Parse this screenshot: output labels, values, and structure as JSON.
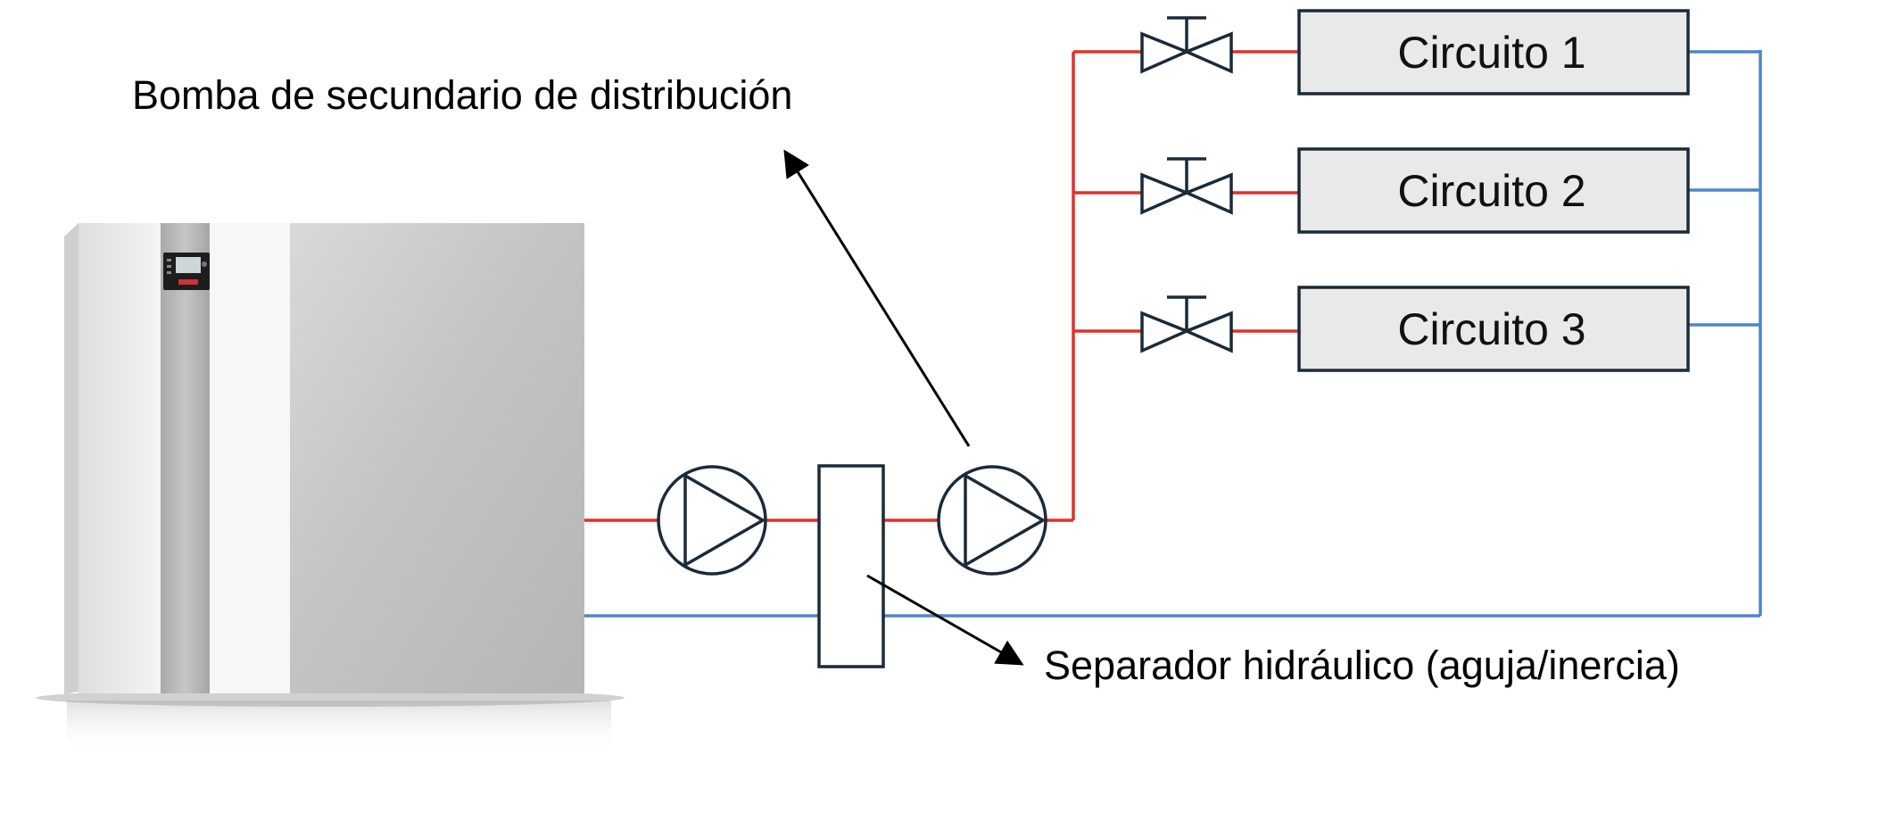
{
  "labels": {
    "pump_callout": "Bomba de secundario de distribución",
    "separator_callout": "Separador hidráulico (aguja/inercia)"
  },
  "circuits": [
    {
      "label": "Circuito 1"
    },
    {
      "label": "Circuito 2"
    },
    {
      "label": "Circuito 3"
    }
  ],
  "colors": {
    "supply_pipe": "#e0312b",
    "return_pipe": "#4f86c6",
    "symbol_stroke": "#1b2a38",
    "circuit_box_fill": "#e9e9e9",
    "callout_arrow": "#000000"
  }
}
